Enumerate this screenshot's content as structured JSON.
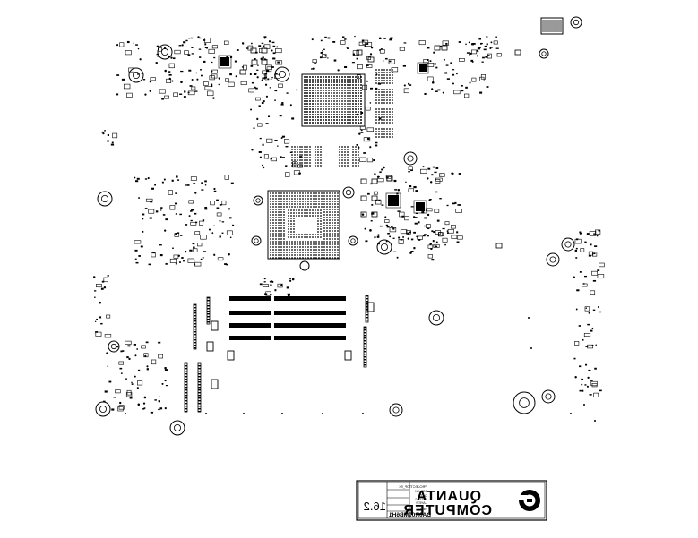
{
  "title_block": {
    "company_line1": "QUANTA",
    "company_line2": "COMPUTER",
    "field_labels": [
      "PROJECT",
      "DATE",
      "LAYER",
      "REV"
    ],
    "small_values": [
      "TOP_SK",
      "BOT_SK",
      "02/14/12",
      "1A"
    ],
    "board_number": "DA0R09MB6H1",
    "scale_text": "16.2"
  },
  "colors": {
    "ink": "#000000",
    "paper": "#ffffff"
  },
  "icons": [
    "quanta-logo-icon"
  ]
}
